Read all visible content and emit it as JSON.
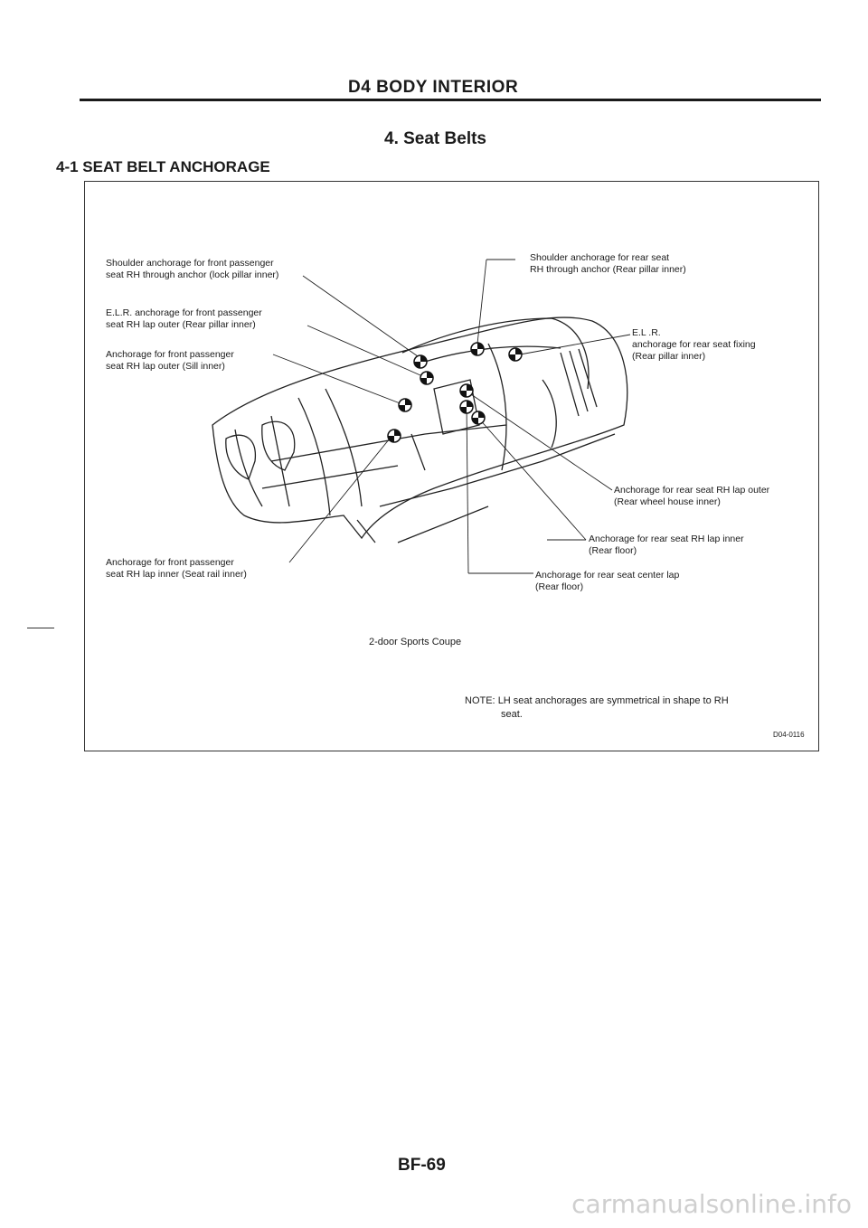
{
  "header": {
    "section": "D4 BODY INTERIOR",
    "chapter": "4. Seat Belts",
    "subsection": "4-1 SEAT BELT ANCHORAGE"
  },
  "figure": {
    "callouts": {
      "shoulder_front": "Shoulder anchorage for front passenger\nseat RH through anchor (lock pillar inner)",
      "elr_front": "E.L.R. anchorage for front passenger\nseat RH lap outer (Rear pillar inner)",
      "anchor_front_sill": "Anchorage for front passenger\nseat RH lap outer (Sill inner)",
      "anchor_front_rail": "Anchorage for front passenger\nseat RH lap inner (Seat rail inner)",
      "shoulder_rear": "Shoulder anchorage for rear seat\nRH through anchor (Rear pillar inner)",
      "elr_rear": "E.L .R.\nanchorage for rear seat fixing\n(Rear pillar inner)",
      "anchor_rear_outer": "Anchorage for rear seat RH lap outer\n(Rear wheel house inner)",
      "anchor_rear_inner": "Anchorage for rear seat RH lap inner\n(Rear floor)",
      "anchor_rear_center": "Anchorage for rear seat center lap\n(Rear floor)"
    },
    "caption": "2-door Sports Coupe",
    "note_label": "NOTE:",
    "note_text": "LH seat anchorages are symmetrical in shape to RH",
    "note_cont": "seat.",
    "code": "D04-0116"
  },
  "footer": {
    "page_number": "BF-69",
    "watermark": "carmanualsonline.info"
  }
}
